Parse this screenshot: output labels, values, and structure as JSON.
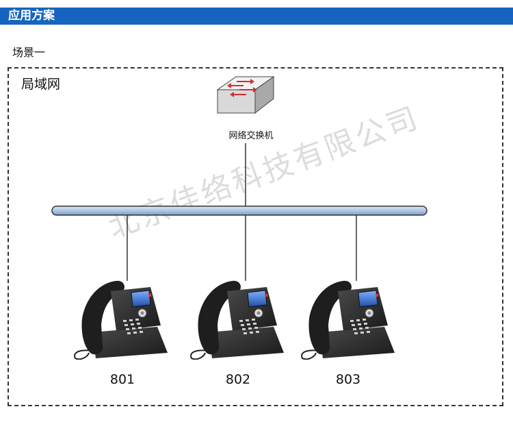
{
  "header": {
    "title": "应用方案"
  },
  "scenario": {
    "label": "场景一"
  },
  "lan": {
    "label": "局域网"
  },
  "switch": {
    "label": "网络交换机",
    "icon": "network-switch-icon"
  },
  "phones": [
    {
      "label": "801",
      "icon": "ip-phone-icon"
    },
    {
      "label": "802",
      "icon": "ip-phone-icon"
    },
    {
      "label": "803",
      "icon": "ip-phone-icon"
    }
  ],
  "watermark": {
    "text": "北京佳络科技有限公司"
  },
  "colors": {
    "header": "#1565c0",
    "bus": "#aec7e4",
    "phone_body": "#2b2b2b",
    "phone_screen": "#3a6fc9",
    "switch_arrow": "#d32f2f"
  }
}
